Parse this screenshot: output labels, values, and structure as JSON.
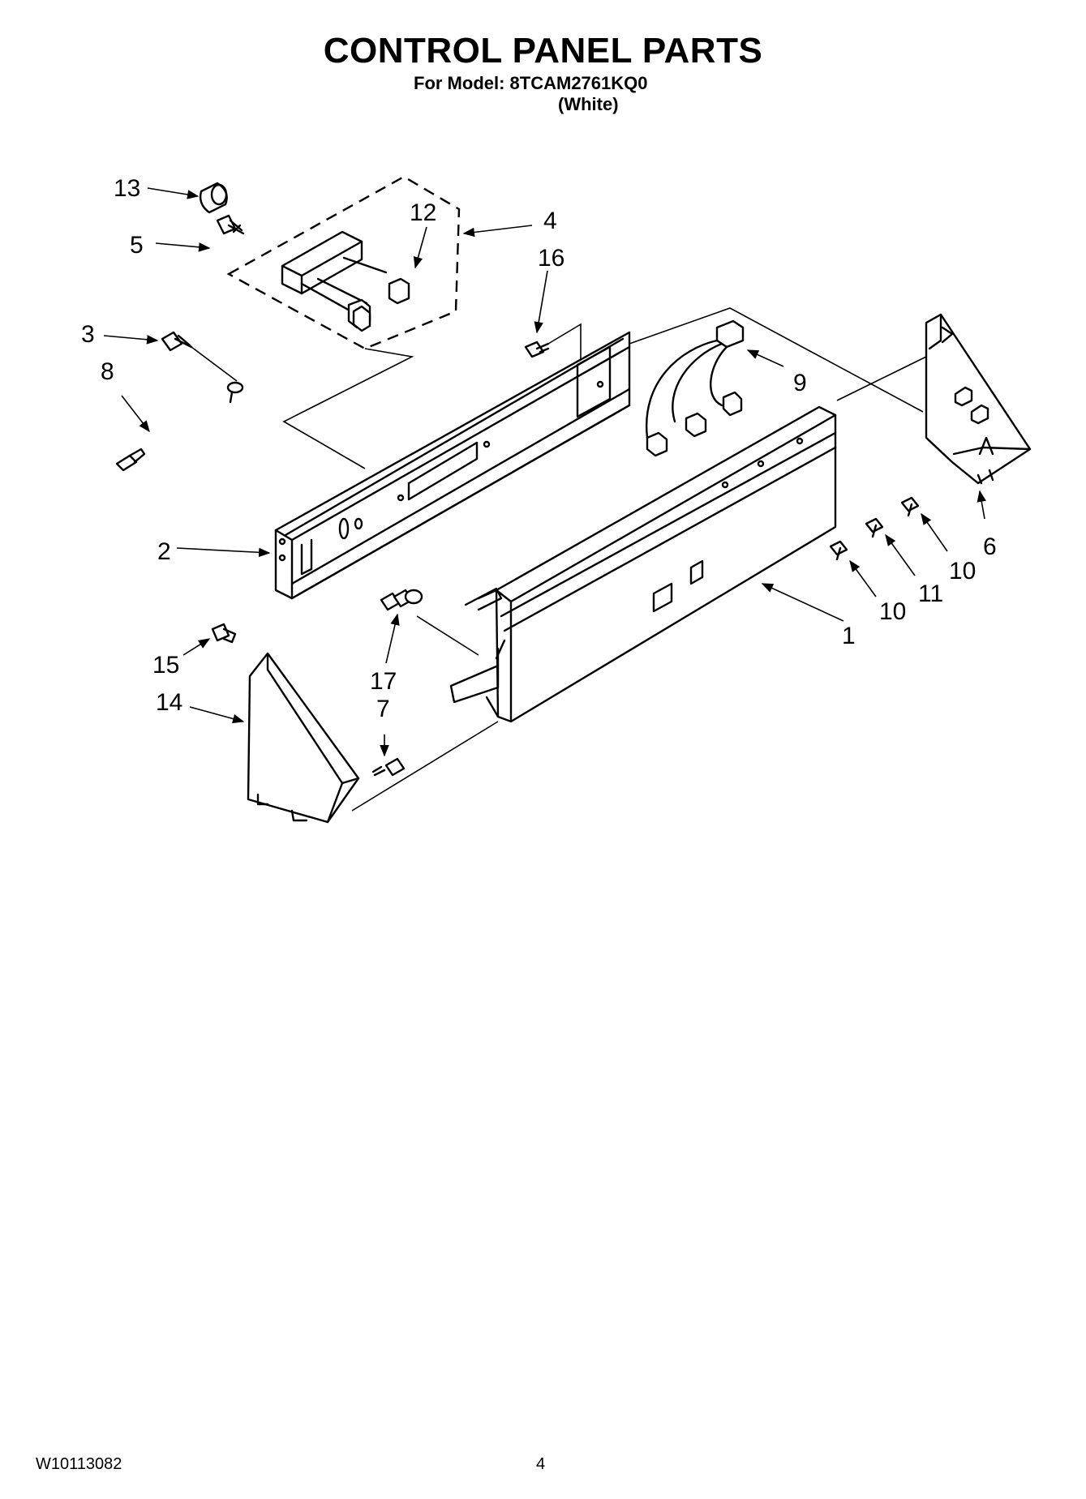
{
  "header": {
    "title": "CONTROL PANEL PARTS",
    "model_line": "For Model: 8TCAM2761KQ0",
    "variant": "(White)"
  },
  "callouts": {
    "c1": "1",
    "c2": "2",
    "c3": "3",
    "c4": "4",
    "c5": "5",
    "c6": "6",
    "c7": "7",
    "c8": "8",
    "c9": "9",
    "c10a": "10",
    "c10b": "10",
    "c11": "11",
    "c12": "12",
    "c13": "13",
    "c14": "14",
    "c15": "15",
    "c16": "16",
    "c17": "17"
  },
  "footer": {
    "doc_number": "W10113082",
    "page": "4"
  }
}
